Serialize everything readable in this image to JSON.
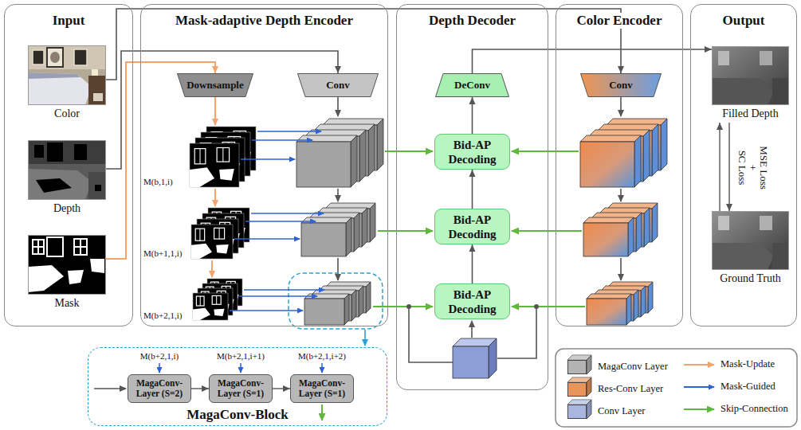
{
  "diagram": {
    "nodes": [
      {
        "text": [
          "Input"
        ]
      },
      {
        "text": [
          "Mask-adaptive Depth Encoder"
        ]
      },
      {
        "text": [
          "Depth Decoder"
        ]
      },
      {
        "text": [
          "Color Encoder"
        ]
      },
      {
        "text": [
          "Output"
        ]
      },
      {
        "text": [
          "Color"
        ],
        "in": 0
      },
      {
        "text": [
          "Depth"
        ],
        "in": 0
      },
      {
        "text": [
          "Mask"
        ],
        "in": 0
      },
      {
        "text": [
          "Downsample"
        ],
        "in": 1
      },
      {
        "text": [
          "Conv"
        ],
        "in": 1
      },
      {
        "text": [
          "DeConv"
        ],
        "in": 2
      },
      {
        "text": [
          "Bid-AP Decoding"
        ],
        "in": 2
      },
      {
        "text": [
          "Bid-AP Decoding"
        ],
        "in": 2
      },
      {
        "text": [
          "Bid-AP Decoding"
        ],
        "in": 2
      },
      {
        "text": [
          "Conv"
        ],
        "in": 3
      },
      {
        "text": [
          "Filled Depth"
        ],
        "in": 4
      },
      {
        "text": [
          "Ground Truth"
        ],
        "in": 4
      },
      {
        "text": [
          "MagaConv-Block"
        ]
      },
      {
        "text": [
          "MagaConv-Layer (S=2)"
        ],
        "in": 17
      },
      {
        "text": [
          "MagaConv-Layer (S=1)"
        ],
        "in": 17
      },
      {
        "text": [
          "MagaConv-Layer (S=1)"
        ],
        "in": 17
      }
    ],
    "edges": [
      {
        "from": 5,
        "to": 14,
        "arrow": "to"
      },
      {
        "from": 6,
        "to": 9,
        "arrow": "to"
      },
      {
        "from": 7,
        "to": 8,
        "arrow": "to"
      },
      {
        "from": 13,
        "to": 12,
        "arrow": "to"
      },
      {
        "from": 12,
        "to": 11,
        "arrow": "to"
      },
      {
        "from": 11,
        "to": 10,
        "arrow": "to"
      },
      {
        "from": 10,
        "to": 15,
        "arrow": "to"
      },
      {
        "from": 16,
        "to": 15,
        "arrow": "to"
      },
      {
        "from": 15,
        "to": 16,
        "arrow": "to"
      },
      {
        "from": 18,
        "to": 19,
        "arrow": "to"
      },
      {
        "from": 19,
        "to": 20,
        "arrow": "to"
      }
    ],
    "labels": [
      "M(b,1,i)",
      "M(b+1,1,i)",
      "M(b+2,1,i)",
      "M(b+2,1,i)",
      "M(b+2,1,i+1)",
      "M(b+2,1,i+2)",
      "MSE Loss",
      "+",
      "SC Loss"
    ],
    "legend": [
      {
        "text": "MagaConv Layer",
        "color": "#b3b3b3"
      },
      {
        "text": "Res-Conv Layer",
        "color": "#e8955c"
      },
      {
        "text": "Conv Layer",
        "color": "#a9b6e0"
      },
      {
        "text": "Mask-Update"
      },
      {
        "text": "Mask-Guided"
      },
      {
        "text": "Skip-Connection"
      }
    ]
  }
}
